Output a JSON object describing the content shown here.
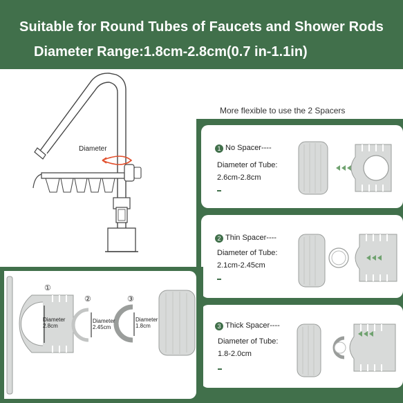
{
  "banner": {
    "line1": "Suitable for Round Tubes of Faucets and Shower Rods",
    "line2": "Diameter Range:1.8cm-2.8cm(0.7 in-1.1in)"
  },
  "faucet": {
    "diameter_label": "Diameter"
  },
  "spacers_title": "More flexible to use the 2 Spacers",
  "options": [
    {
      "number": "1",
      "title": "No Spacer----",
      "label": "Diameter of Tube:",
      "range": "2.6cm-2.8cm"
    },
    {
      "number": "2",
      "title": "Thin Spacer----",
      "label": "Diameter of Tube:",
      "range": "2.1cm-2.45cm"
    },
    {
      "number": "3",
      "title": "Thick Spacer----",
      "label": "Diameter of Tube:",
      "range": "1.8-2.0cm"
    }
  ],
  "parts": [
    {
      "marker": "①",
      "label": "Diameter",
      "value": "2.8cm"
    },
    {
      "marker": "②",
      "label": "Diameter",
      "value": "2.45cm"
    },
    {
      "marker": "③",
      "label": "Diameter",
      "value": "1.8cm"
    }
  ],
  "colors": {
    "brand_green": "#41704b",
    "part_gray": "#d5d7d6",
    "arrow_green": "#6fa26f"
  }
}
